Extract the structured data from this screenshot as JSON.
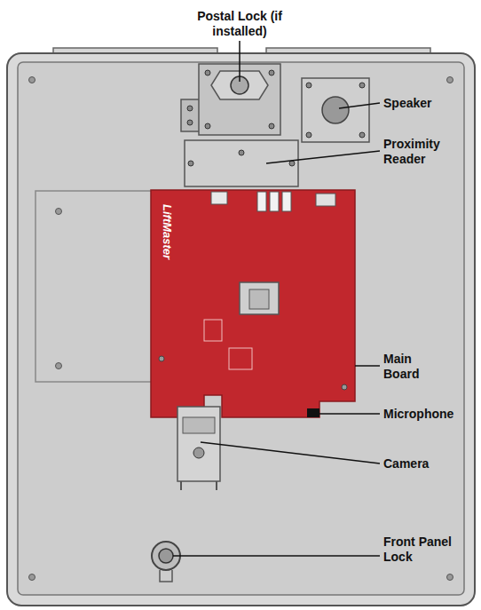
{
  "diagram": {
    "labels": [
      "Postal Lock (if installed)",
      "Speaker",
      "Proximity Reader",
      "Main Board",
      "Camera",
      "Microphone",
      "Front Panel Lock",
      "LiftMaster"
    ]
  }
}
